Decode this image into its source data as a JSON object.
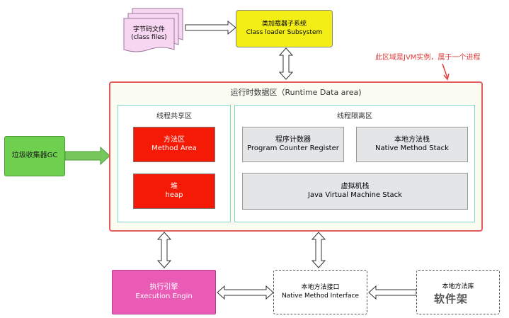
{
  "files": {
    "line1": "字节码文件",
    "line2": "(class files)"
  },
  "class_loader": {
    "line1": "类加载器子系统",
    "line2": "Class loader Subsystem"
  },
  "jvm_note": "此区域是JVM实例，属于一个进程",
  "runtime_area": {
    "title": "运行时数据区（Runtime Data area)"
  },
  "shared_area": {
    "title": "线程共享区"
  },
  "isolated_area": {
    "title": "线程隔离区"
  },
  "method_area": {
    "line1": "方法区",
    "line2": "Method Area"
  },
  "heap": {
    "line1": "堆",
    "line2": "heap"
  },
  "pc_register": {
    "line1": "程序计数器",
    "line2": "Program Counter Register"
  },
  "native_stack": {
    "line1": "本地方法栈",
    "line2": "Native Method Stack"
  },
  "jvm_stack": {
    "line1": "虚拟机栈",
    "line2": "Java Virtual Machine Stack"
  },
  "gc": {
    "label": "垃圾收集器GC"
  },
  "exec_engine": {
    "line1": "执行引擎",
    "line2": "Execution Engin"
  },
  "native_interface": {
    "line1": "本地方法接口",
    "line2": "Native Method Interface"
  },
  "native_lib": {
    "line1": "本地方法库"
  },
  "watermark": "软件架"
}
